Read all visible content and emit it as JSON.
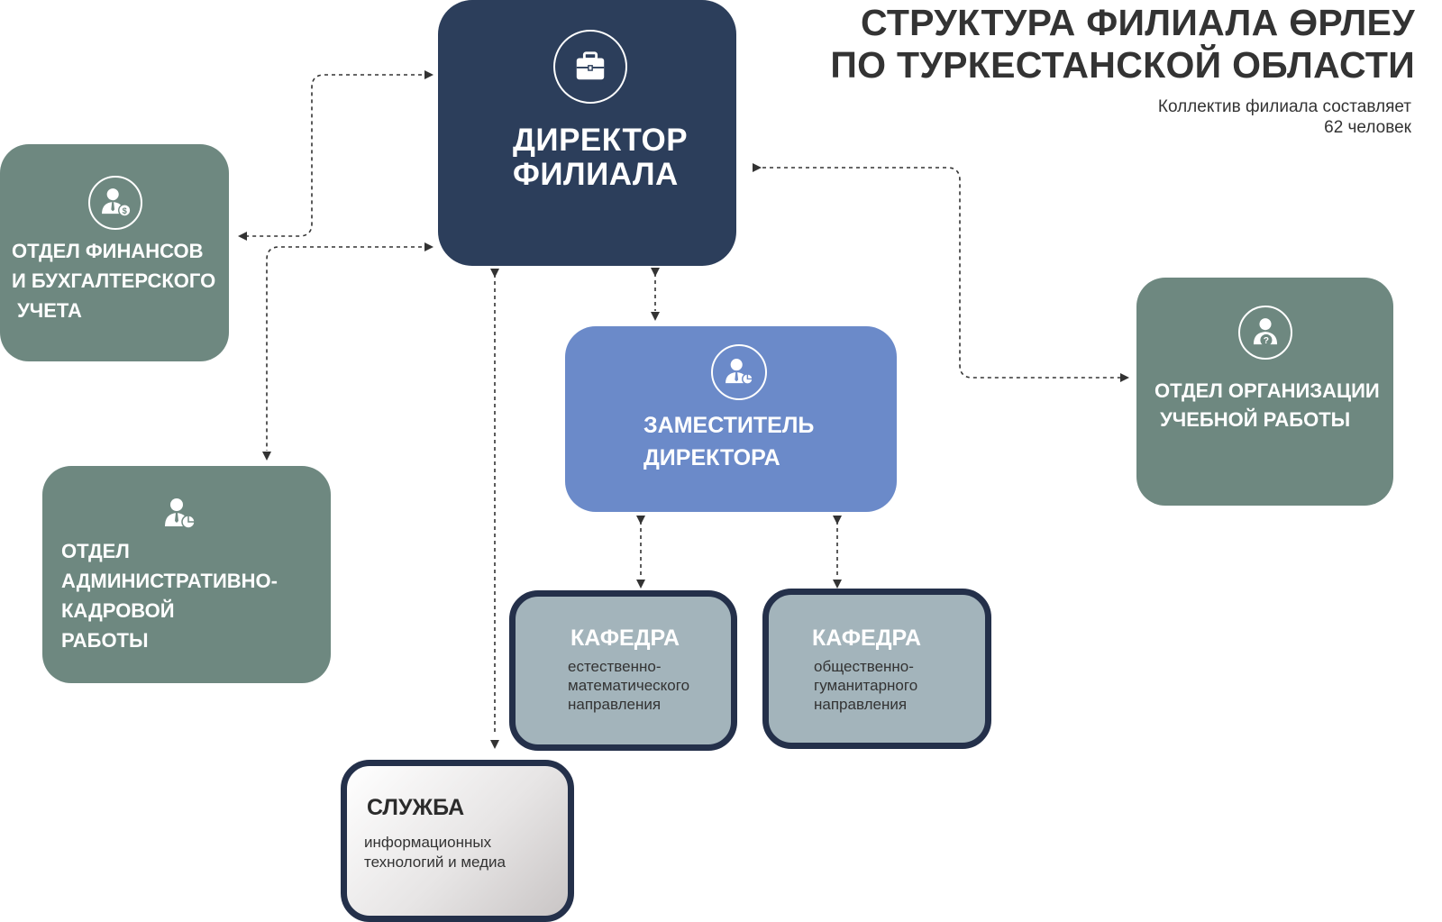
{
  "header": {
    "title_line1": "СТРУКТУРА ФИЛИАЛА ӨРЛЕУ",
    "title_line2": "ПО ТУРКЕСТАНСКОЙ ОБЛАСТИ",
    "subtitle_line1": "Коллектив филиала составляет",
    "subtitle_line2": "62 человек"
  },
  "nodes": {
    "director": {
      "line1": "ДИРЕКТОР",
      "line2": "ФИЛИАЛА",
      "icon": "briefcase-icon",
      "color": "#2c3e5b"
    },
    "deputy": {
      "line1": "ЗАМЕСТИТЕЛЬ",
      "line2": "ДИРЕКТОРА",
      "icon": "manager-chart-icon",
      "color": "#6b8ac9"
    },
    "finance": {
      "text": "ОТДЕЛ ФИНАНСОВ\nИ БУХГАЛТЕРСКОГО\n УЧЕТА",
      "icon": "manager-dollar-icon",
      "color": "#6e8880"
    },
    "hr": {
      "line1": "ОТДЕЛ",
      "line2": "АДМИНИСТРАТИВНО-",
      "line3": "КАДРОВОЙ",
      "line4": "РАБОТЫ",
      "icon": "manager-chart-icon",
      "color": "#6e8880"
    },
    "study": {
      "text": "ОТДЕЛ ОРГАНИЗАЦИИ\n УЧЕБНОЙ РАБОТЫ",
      "icon": "manager-question-icon",
      "color": "#6e8880"
    },
    "kafedra_natural": {
      "title": "КАФЕДРА",
      "sub": "естественно-\nматематического\nнаправления",
      "color": "#a3b4bb"
    },
    "kafedra_social": {
      "title": "КАФЕДРА",
      "sub": "общественно-\nгуманитарного\nнаправления",
      "color": "#a3b4bb"
    },
    "service": {
      "title": "СЛУЖБА",
      "sub": "информационных\nтехнологий и медиа"
    }
  },
  "colors": {
    "border_dark": "#24304a",
    "connector": "#333333"
  }
}
